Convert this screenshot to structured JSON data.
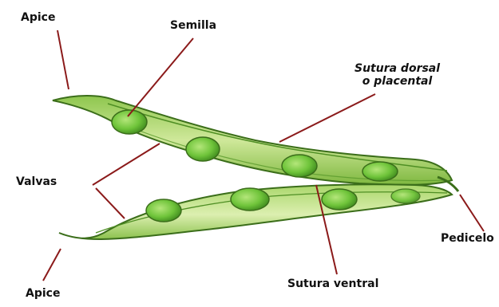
{
  "labels": {
    "apice_top": "Apice",
    "semilla": "Semilla",
    "sutura_dorsal_line1": "Sutura dorsal",
    "sutura_dorsal_line2": "o placental",
    "valvas": "Valvas",
    "pedicelo": "Pedicelo",
    "apice_bottom": "Apice",
    "sutura_ventral": "Sutura ventral"
  },
  "colors": {
    "pod_light": "#cfe89a",
    "pod_mid": "#9fcf5a",
    "pod_dark": "#4f8f24",
    "pod_outline": "#3b6e1a",
    "seed_fill": "#6fc43a",
    "seed_highlight": "#a6e06a",
    "leader_line": "#8b1a1a"
  }
}
